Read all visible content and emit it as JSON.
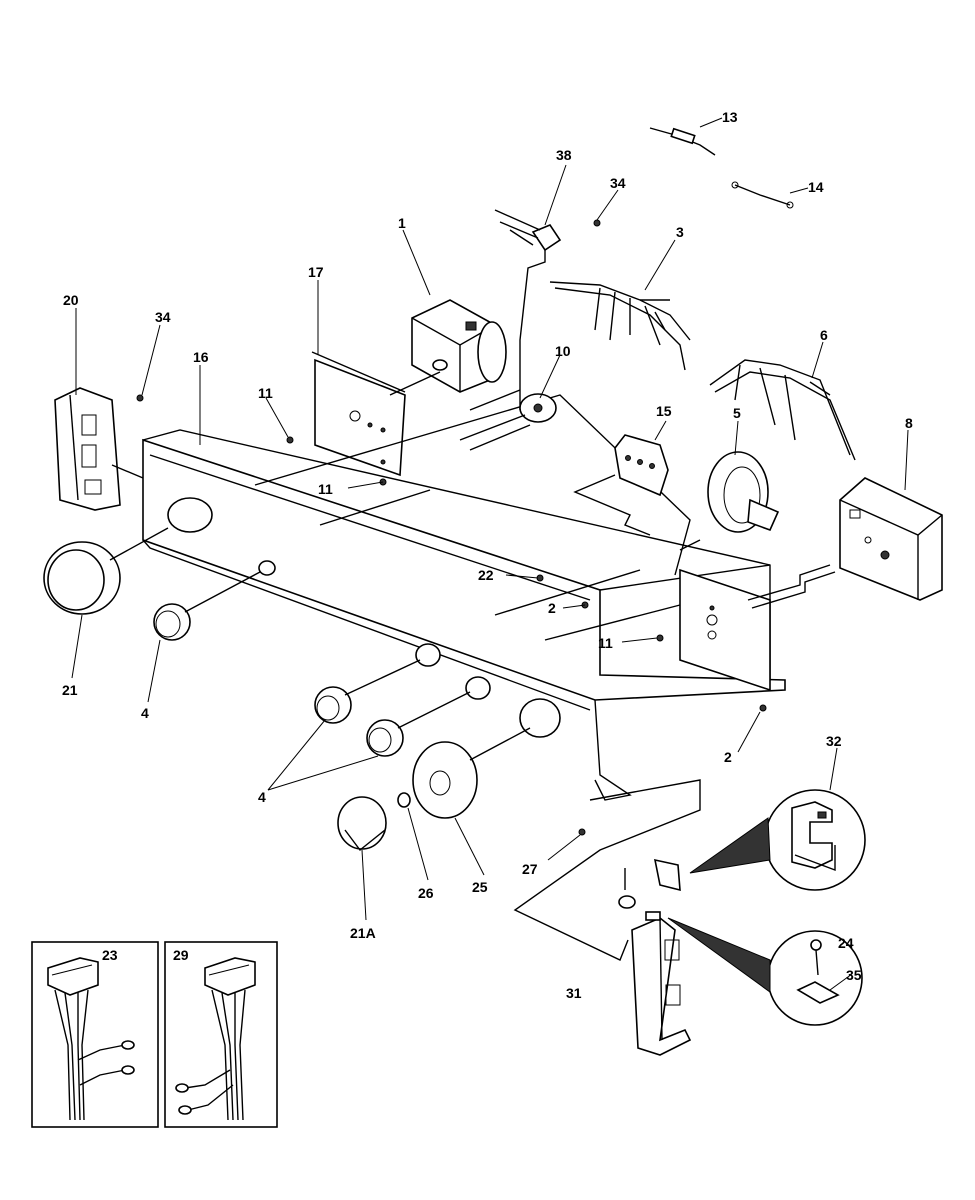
{
  "diagram": {
    "callouts": [
      {
        "id": "c13",
        "text": "13"
      },
      {
        "id": "c38",
        "text": "38"
      },
      {
        "id": "c34a",
        "text": "34"
      },
      {
        "id": "c14",
        "text": "14"
      },
      {
        "id": "c3",
        "text": "3"
      },
      {
        "id": "c1",
        "text": "1"
      },
      {
        "id": "c17",
        "text": "17"
      },
      {
        "id": "c20",
        "text": "20"
      },
      {
        "id": "c34b",
        "text": "34"
      },
      {
        "id": "c16",
        "text": "16"
      },
      {
        "id": "c10",
        "text": "10"
      },
      {
        "id": "c6",
        "text": "6"
      },
      {
        "id": "c11a",
        "text": "11"
      },
      {
        "id": "c15",
        "text": "15"
      },
      {
        "id": "c5",
        "text": "5"
      },
      {
        "id": "c8",
        "text": "8"
      },
      {
        "id": "c11b",
        "text": "11"
      },
      {
        "id": "c22",
        "text": "22"
      },
      {
        "id": "c2a",
        "text": "2"
      },
      {
        "id": "c11c",
        "text": "11"
      },
      {
        "id": "c21",
        "text": "21"
      },
      {
        "id": "c4a",
        "text": "4"
      },
      {
        "id": "c2b",
        "text": "2"
      },
      {
        "id": "c32",
        "text": "32"
      },
      {
        "id": "c4b",
        "text": "4"
      },
      {
        "id": "c26",
        "text": "26"
      },
      {
        "id": "c25",
        "text": "25"
      },
      {
        "id": "c27",
        "text": "27"
      },
      {
        "id": "c21A",
        "text": "21A"
      },
      {
        "id": "c23",
        "text": "23"
      },
      {
        "id": "c29",
        "text": "29"
      },
      {
        "id": "c24",
        "text": "24"
      },
      {
        "id": "c35",
        "text": "35"
      },
      {
        "id": "c31",
        "text": "31"
      }
    ]
  }
}
